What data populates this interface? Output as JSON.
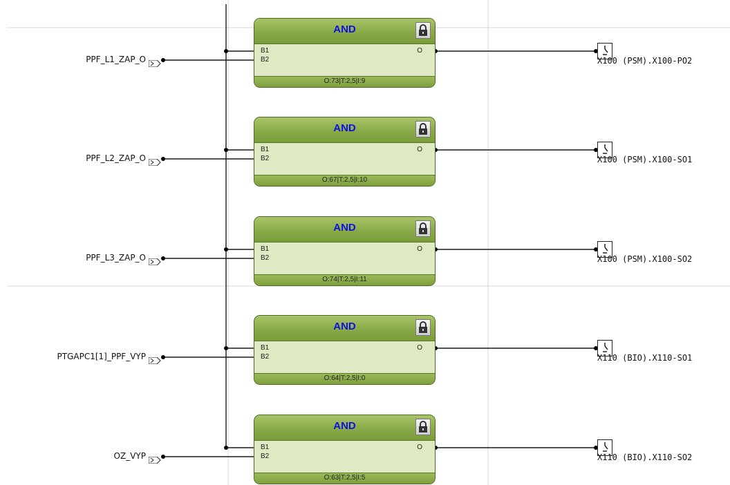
{
  "blocks": [
    {
      "title": "AND",
      "pin_b1": "B1",
      "pin_b2": "B2",
      "pin_o": "O",
      "footer": "O:73|T:2,5|I:9",
      "input_signal": "PPF_L1_ZAP_O",
      "output_signal": "X100 (PSM).X100-PO2"
    },
    {
      "title": "AND",
      "pin_b1": "B1",
      "pin_b2": "B2",
      "pin_o": "O",
      "footer": "O:67|T:2,5|I:10",
      "input_signal": "PPF_L2_ZAP_O",
      "output_signal": "X100 (PSM).X100-SO1"
    },
    {
      "title": "AND",
      "pin_b1": "B1",
      "pin_b2": "B2",
      "pin_o": "O",
      "footer": "O:74|T:2,5|I:11",
      "input_signal": "PPF_L3_ZAP_O",
      "output_signal": "X100 (PSM).X100-SO2"
    },
    {
      "title": "AND",
      "pin_b1": "B1",
      "pin_b2": "B2",
      "pin_o": "O",
      "footer": "O:64|T:2,5|I:0",
      "input_signal": "PTGAPC1[1]_PPF_VYP",
      "output_signal": "X110 (BIO).X110-SO1"
    },
    {
      "title": "AND",
      "pin_b1": "B1",
      "pin_b2": "B2",
      "pin_o": "O",
      "footer": "O:63|T:2,5|I:5",
      "input_signal": "OZ_VYP",
      "output_signal": "X110 (BIO).X110-SO2"
    }
  ],
  "icons": {
    "input_port": "input-port-icon",
    "lock": "lock-icon",
    "output_contact": "contact-switch-icon"
  },
  "colors": {
    "block_header": "#86a845",
    "block_body": "#dfe9c4",
    "block_title": "#1010e0",
    "wire": "#1a1a1a"
  }
}
